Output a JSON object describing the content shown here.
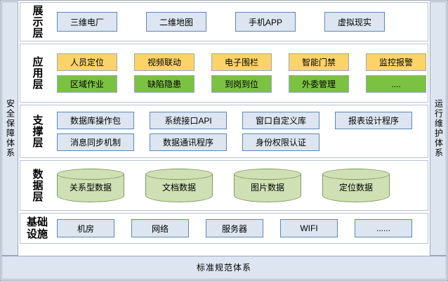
{
  "bands": {
    "left": {
      "text": "安全保障体系",
      "name": "security-assurance-system"
    },
    "right": {
      "text": "运行维护体系",
      "name": "operation-maintenance-system"
    },
    "bottom": {
      "text": "标准规范体系",
      "name": "standards-specification-system"
    }
  },
  "colors": {
    "blue_fill": "#dde5f0",
    "blue_border": "#5b87b8",
    "yellow_fill": "#fad468",
    "green_fill": "#7cc242",
    "cylinder_fill": "#cfe0b4",
    "cylinder_border": "#7e9a5c",
    "layer_border": "#b9c2ce",
    "band_fill": "#dde5f0",
    "band_border": "#9aa7b8"
  },
  "layers": [
    {
      "id": "presentation",
      "label": "展示层",
      "rows": [
        {
          "items": [
            {
              "text": "三维电厂",
              "style": "blue"
            },
            {
              "text": "二维地图",
              "style": "blue"
            },
            {
              "text": "手机APP",
              "style": "blue"
            },
            {
              "text": "虚拟现实",
              "style": "blue"
            }
          ]
        }
      ]
    },
    {
      "id": "application",
      "label": "应用层",
      "rows": [
        {
          "items": [
            {
              "text": "人员定位",
              "style": "yellow"
            },
            {
              "text": "视频联动",
              "style": "yellow"
            },
            {
              "text": "电子围栏",
              "style": "yellow"
            },
            {
              "text": "智能门禁",
              "style": "yellow"
            },
            {
              "text": "监控报警",
              "style": "yellow"
            }
          ]
        },
        {
          "items": [
            {
              "text": "区域作业",
              "style": "green"
            },
            {
              "text": "缺陷隐患",
              "style": "green"
            },
            {
              "text": "到岗到位",
              "style": "green"
            },
            {
              "text": "外委管理",
              "style": "green"
            },
            {
              "text": "....",
              "style": "green"
            }
          ]
        }
      ]
    },
    {
      "id": "support",
      "label": "支撑层",
      "rows": [
        {
          "items": [
            {
              "text": "数据库操作包",
              "style": "blue"
            },
            {
              "text": "系统接口API",
              "style": "blue"
            },
            {
              "text": "窗口自定义库",
              "style": "blue"
            },
            {
              "text": "报表设计程序",
              "style": "blue"
            }
          ]
        },
        {
          "items": [
            {
              "text": "消息同步机制",
              "style": "blue"
            },
            {
              "text": "数据通讯程序",
              "style": "blue"
            },
            {
              "text": "身份权限认证",
              "style": "blue"
            }
          ]
        }
      ]
    },
    {
      "id": "data",
      "label": "数据层",
      "rows": [
        {
          "items": [
            {
              "text": "关系型数据",
              "style": "cylinder"
            },
            {
              "text": "文档数据",
              "style": "cylinder"
            },
            {
              "text": "图片数据",
              "style": "cylinder"
            },
            {
              "text": "定位数据",
              "style": "cylinder"
            }
          ]
        }
      ]
    },
    {
      "id": "infra",
      "label": "基础设施",
      "rows": [
        {
          "items": [
            {
              "text": "机房",
              "style": "blue"
            },
            {
              "text": "网络",
              "style": "blue"
            },
            {
              "text": "服务器",
              "style": "blue"
            },
            {
              "text": "WIFI",
              "style": "blue"
            },
            {
              "text": "......",
              "style": "blue"
            }
          ]
        }
      ]
    }
  ]
}
